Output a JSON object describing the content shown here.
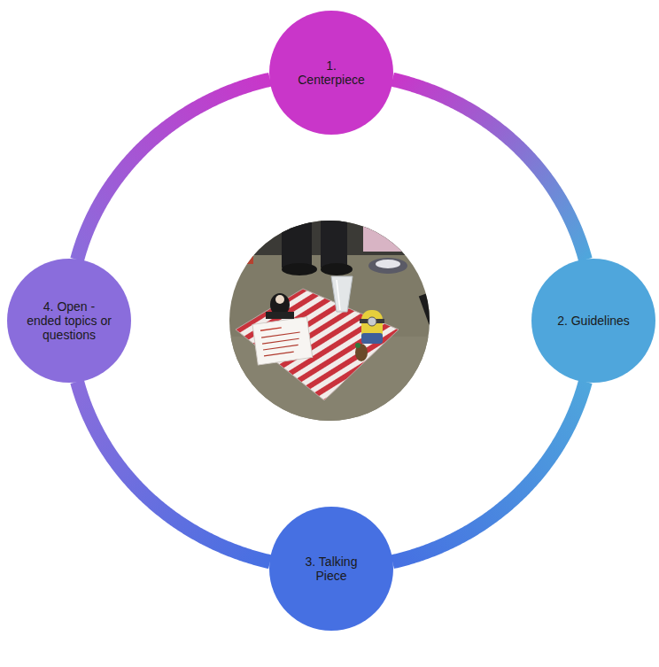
{
  "diagram": {
    "nodes": [
      {
        "text": [
          "1. Centerpiece"
        ]
      },
      {
        "text": [
          "2. Guidelines"
        ]
      },
      {
        "text": [
          "3. Talking Piece"
        ]
      },
      {
        "text": [
          "4. Open - ended topics or questions"
        ]
      }
    ],
    "edges": [
      {
        "from": 0,
        "to": 1,
        "arrow": "none"
      },
      {
        "from": 1,
        "to": 2,
        "arrow": "none"
      },
      {
        "from": 2,
        "to": 3,
        "arrow": "none"
      },
      {
        "from": 3,
        "to": 0,
        "arrow": "none"
      }
    ]
  }
}
